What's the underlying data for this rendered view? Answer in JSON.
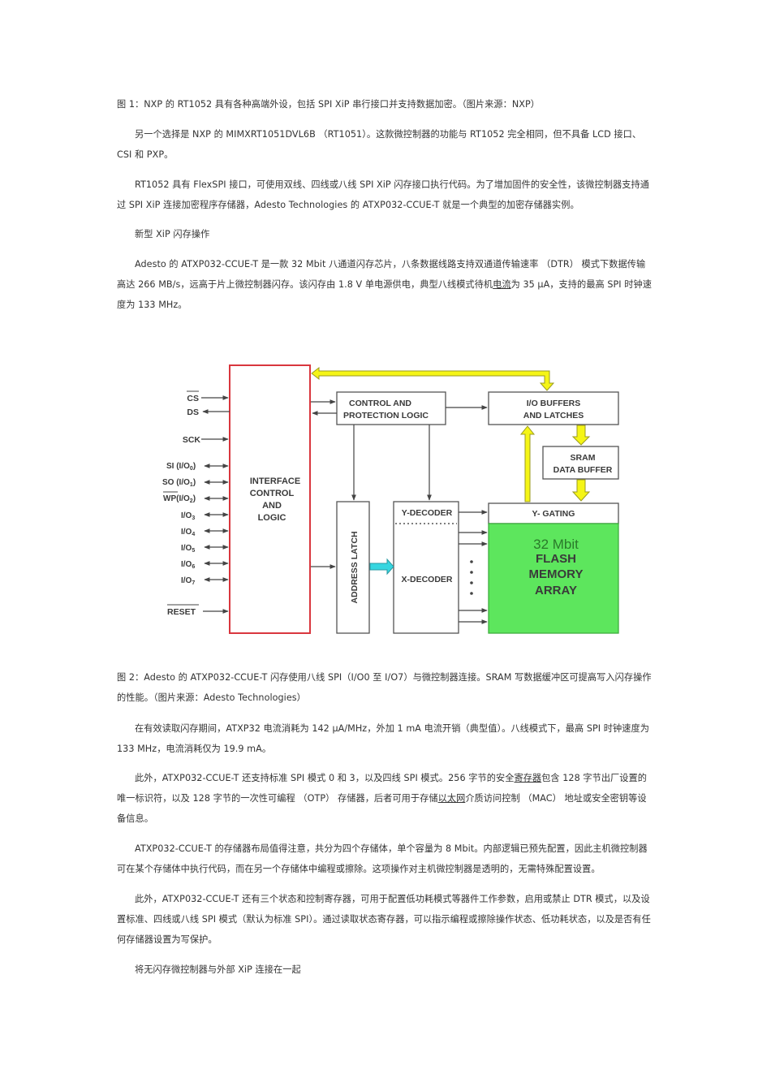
{
  "paragraphs": {
    "fig1_caption": "图 1：NXP 的 RT1052 具有各种高端外设，包括 SPI XiP 串行接口并支持数据加密。（图片来源：NXP）",
    "p1": "另一个选择是 NXP 的 MIMXRT1051DVL6B （RT1051）。这款微控制器的功能与 RT1052 完全相同，但不具备 LCD 接口、CSI 和 PXP。",
    "p2": "RT1052 具有 FlexSPI 接口，可使用双线、四线或八线 SPI XiP 闪存接口执行代码。为了增加固件的安全性，该微控制器支持通过 SPI XiP 连接加密程序存储器，Adesto Technologies 的 ATXP032-CCUE-T 就是一个典型的加密存储器实例。",
    "heading1": "新型 XiP 闪存操作",
    "p3_a": "Adesto 的 ATXP032-CCUE-T 是一款 32 Mbit 八通道闪存芯片，八条数据线路支持双通道传输速率 （DTR） 模式下数据传输高达 266 MB/s，远高于片上微控制器闪存。该闪存由 1.8 V 单电源供电，典型八线模式待机",
    "p3_link": "电流",
    "p3_b": "为 35 µA，支持的最高 SPI 时钟速度为 133 MHz。",
    "fig2_caption": "图 2：Adesto 的 ATXP032-CCUE-T 闪存使用八线 SPI（I/O0 至 I/O7）与微控制器连接。SRAM 写数据缓冲区可提高写入闪存操作的性能。（图片来源：Adesto Technologies）",
    "p4": "在有效读取闪存期间，ATXP32 电流消耗为 142 µA/MHz，外加 1 mA 电流开销（典型值）。八线模式下，最高 SPI 时钟速度为 133 MHz，电流消耗仅为 19.9 mA。",
    "p5_a": "此外，ATXP032-CCUE-T 还支持标准 SPI 模式 0 和 3，以及四线 SPI 模式。256 字节的安全",
    "p5_link1": "寄存器",
    "p5_b": "包含 128 字节出厂设置的唯一标识符，以及 128 字节的一次性可编程 （OTP） 存储器，后者可用于存储",
    "p5_link2": "以太网",
    "p5_c": "介质访问控制 （MAC） 地址或安全密钥等设备信息。",
    "p6": "ATXP032-CCUE-T 的存储器布局值得注意，共分为四个存储体，单个容量为 8 Mbit。内部逻辑已预先配置，因此主机微控制器可在某个存储体中执行代码，而在另一个存储体中编程或擦除。这项操作对主机微控制器是透明的，无需特殊配置设置。",
    "p7": "此外，ATXP032-CCUE-T 还有三个状态和控制寄存器，可用于配置低功耗模式等器件工作参数，启用或禁止 DTR 模式，以及设置标准、四线或八线 SPI 模式（默认为标准 SPI）。通过读取状态寄存器，可以指示编程或擦除操作状态、低功耗状态，以及是否有任何存储器设置为写保护。",
    "heading2": "将无闪存微控制器与外部 XiP 连接在一起"
  },
  "diagram": {
    "pins": {
      "cs": "CS",
      "ds": "DS",
      "sck": "SCK",
      "si": "SI (I/O",
      "si_sub": "0",
      "so": "SO (I/O",
      "so_sub": "1",
      "wp": "WP",
      "wp_rest": "(I/O",
      "wp_sub": "2",
      "io3": "I/O",
      "io3_sub": "3",
      "io4": "I/O",
      "io4_sub": "4",
      "io5": "I/O",
      "io5_sub": "5",
      "io6": "I/O",
      "io6_sub": "6",
      "io7": "I/O",
      "io7_sub": "7",
      "reset": "RESET",
      "close_paren": ")"
    },
    "blocks": {
      "interface_l1": "INTERFACE",
      "interface_l2": "CONTROL",
      "interface_l3": "AND",
      "interface_l4": "LOGIC",
      "ctrl_l1": "CONTROL AND",
      "ctrl_l2": "PROTECTION LOGIC",
      "io_l1": "I/O BUFFERS",
      "io_l2": "AND LATCHES",
      "sram_l1": "SRAM",
      "sram_l2": "DATA  BUFFER",
      "address_latch": "ADDRESS LATCH",
      "y_decoder": "Y-DECODER",
      "x_decoder": "X-DECODER",
      "y_gating": "Y- GATING",
      "flash_l1": "32 Mbit",
      "flash_l2": "FLASH",
      "flash_l3": "MEMORY",
      "flash_l4": "ARRAY"
    },
    "colors": {
      "interface_border": "#d9363e",
      "flash_fill": "#5de65d",
      "bus_yellow": "#f5f516",
      "bus_cyan": "#36d6e0",
      "line": "#555555"
    }
  }
}
